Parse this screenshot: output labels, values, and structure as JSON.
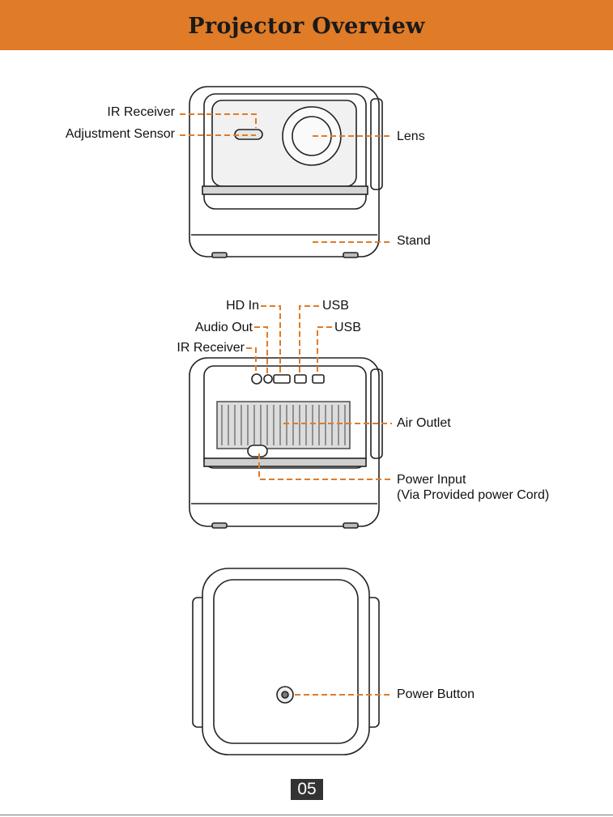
{
  "title": "Projector Overview",
  "page_number": "05",
  "front_view": {
    "ir_receiver": "IR Receiver",
    "adjustment_sensor": "Adjustment Sensor",
    "lens": "Lens",
    "stand": "Stand"
  },
  "back_view": {
    "hd_in": "HD In",
    "audio_out": "Audio Out",
    "ir_receiver": "IR Receiver",
    "usb_1": "USB",
    "usb_2": "USB",
    "air_outlet": "Air Outlet",
    "power_input": "Power Input",
    "power_input_note": "(Via Provided power Cord)"
  },
  "top_view": {
    "power_button": "Power Button"
  },
  "colors": {
    "header": "#e07b27",
    "callout_line": "#e07b27",
    "text": "#111111"
  }
}
